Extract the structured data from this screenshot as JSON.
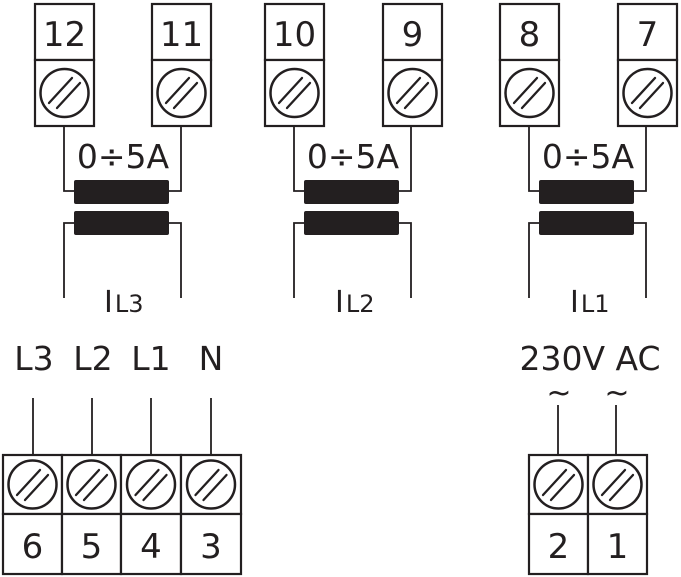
{
  "colors": {
    "ink": "#231f20",
    "background": "#ffffff"
  },
  "top_terminals": [
    "12",
    "11",
    "10",
    "9",
    "8",
    "7"
  ],
  "transformers": [
    {
      "range": "0÷5A",
      "current_main": "I",
      "current_sub": "L3"
    },
    {
      "range": "0÷5A",
      "current_main": "I",
      "current_sub": "L2"
    },
    {
      "range": "0÷5A",
      "current_main": "I",
      "current_sub": "L1"
    }
  ],
  "voltage_inputs": {
    "labels": [
      "L3",
      "L2",
      "L1",
      "N"
    ],
    "terminals": [
      "6",
      "5",
      "4",
      "3"
    ]
  },
  "supply": {
    "label": "230V AC",
    "tilde": "~",
    "terminals": [
      "2",
      "1"
    ]
  },
  "icons": {
    "terminal_screw": "screw-terminal-icon",
    "transformer": "current-transformer-icon"
  }
}
